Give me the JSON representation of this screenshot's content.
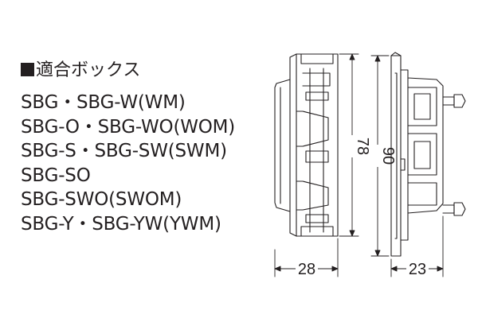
{
  "heading": {
    "text": "適合ボックス",
    "icon": "black-square-icon"
  },
  "models": [
    "SBG・SBG-W(WM)",
    "SBG-O・SBG-WO(WOM)",
    "SBG-S・SBG-SW(SWM)",
    "SBG-SO",
    "SBG-SWO(SWOM)",
    "SBG-Y・SBG-YW(YWM)"
  ],
  "dimensions": {
    "front_width": "28",
    "front_height": "78",
    "side_height": "90",
    "side_depth": "23"
  }
}
